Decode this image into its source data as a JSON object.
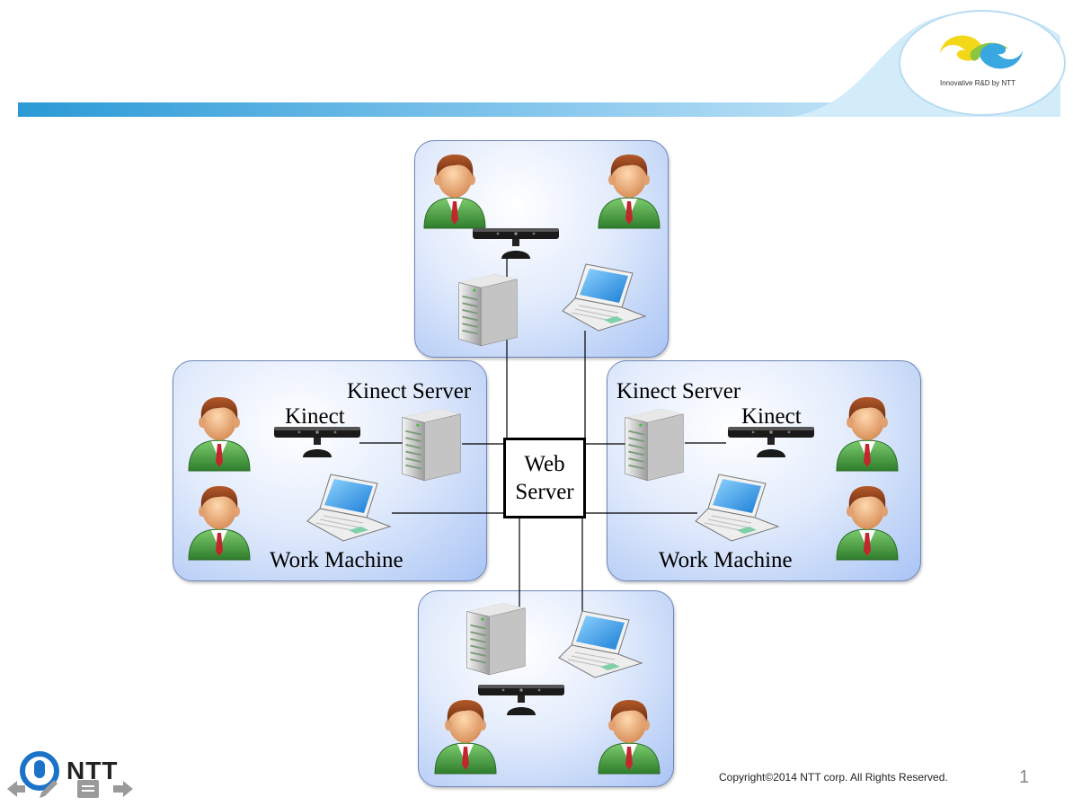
{
  "header": {
    "brand_tagline": "Innovative R&D by NTT",
    "brand_colors": {
      "yellow": "#f3d81a",
      "green": "#8cc63f",
      "blue": "#3aa8e0"
    }
  },
  "diagram": {
    "center_node": {
      "line1": "Web",
      "line2": "Server"
    },
    "left_site": {
      "kinect_server_label": "Kinect Server",
      "kinect_label": "Kinect",
      "work_machine_label": "Work Machine"
    },
    "right_site": {
      "kinect_server_label": "Kinect Server",
      "kinect_label": "Kinect",
      "work_machine_label": "Work Machine"
    },
    "panel_color": "#a9c4f4",
    "person_suit_color": "#4aa04a",
    "person_tie_color": "#c0282d"
  },
  "footer": {
    "logo_text": "NTT",
    "copyright": "Copyright©2014  NTT corp. All Rights Reserved.",
    "page_number": "1",
    "nav_icons": [
      "prev-arrow-icon",
      "pen-icon",
      "notes-icon",
      "next-arrow-icon"
    ]
  }
}
